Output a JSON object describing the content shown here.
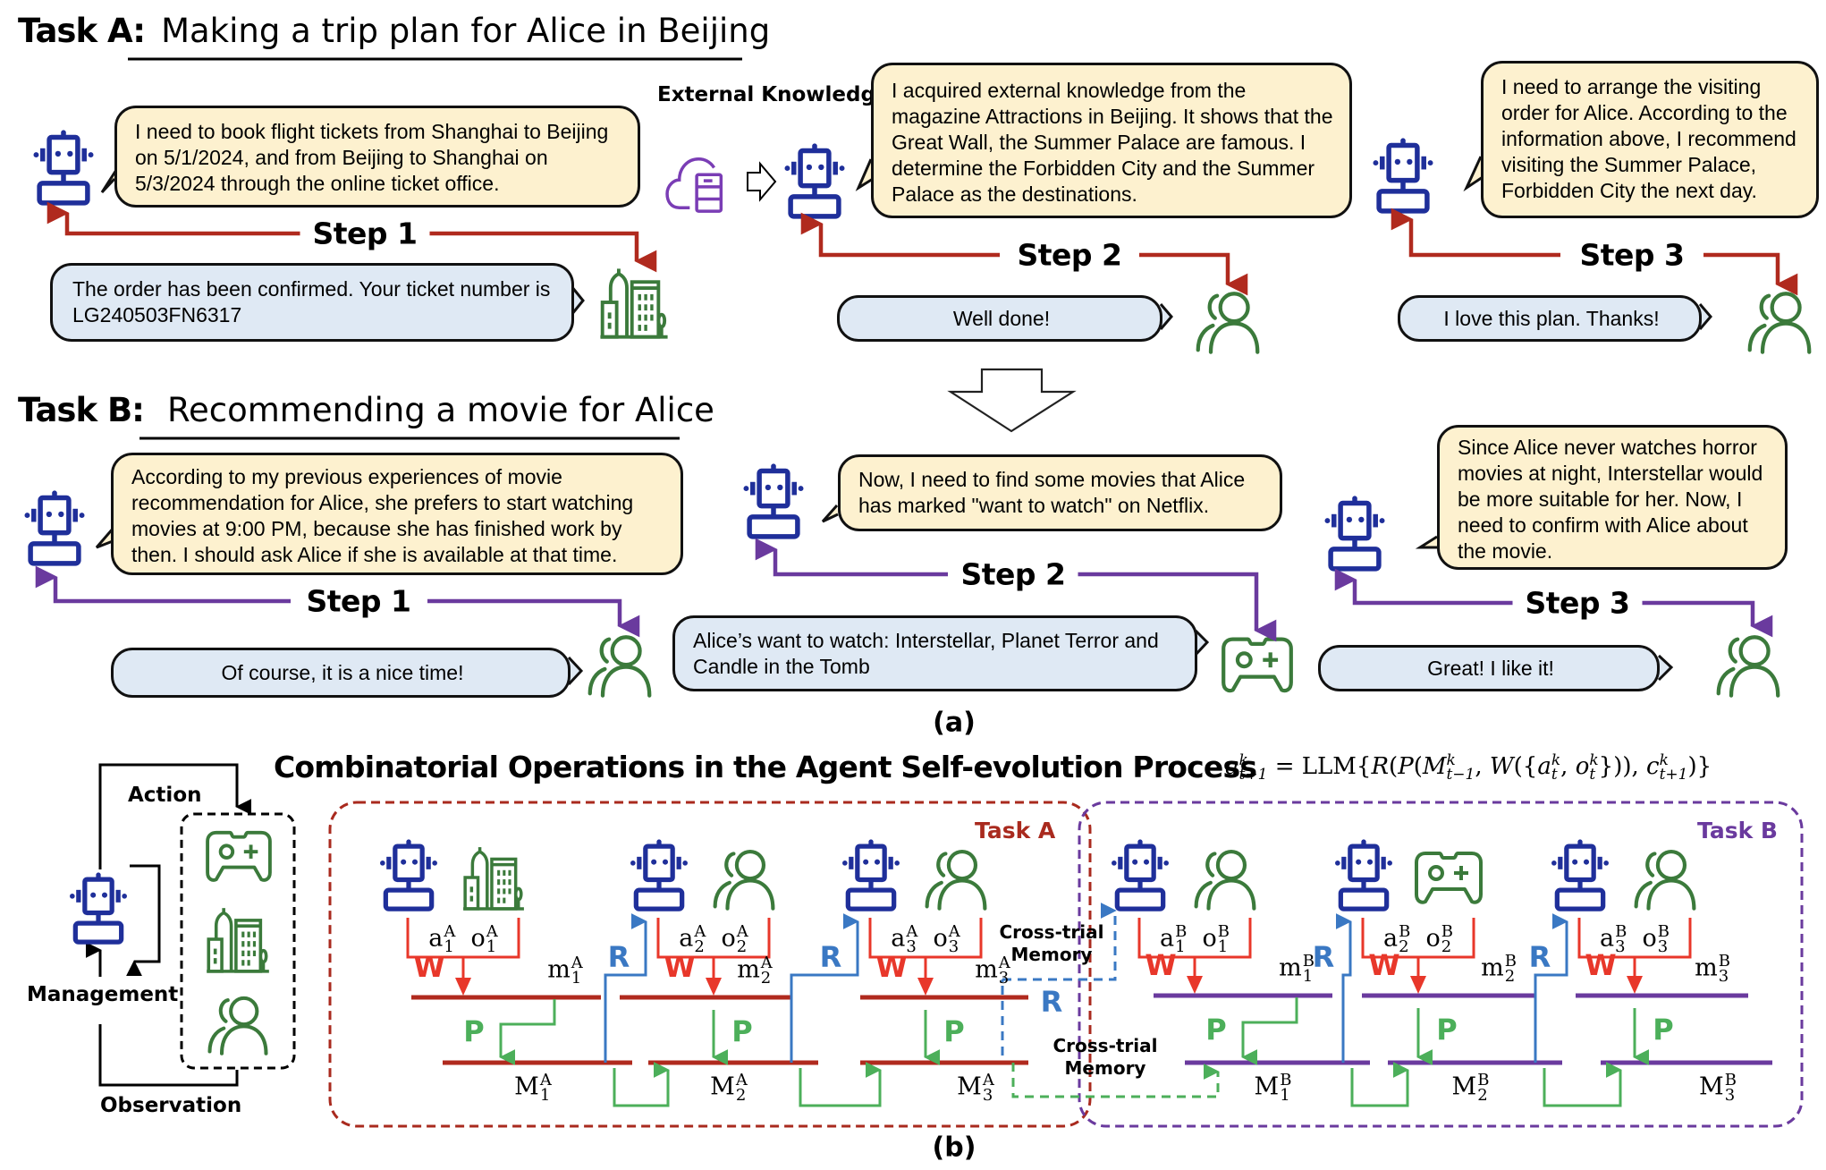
{
  "part_a": {
    "caption": "(a)",
    "task_a": {
      "label": "Task A:",
      "title": "Making a trip plan for Alice in Beijing",
      "steps": [
        {
          "label": "Step 1",
          "agent_message": "I need to book flight tickets from Shanghai to Beijing on 5/1/2024, and from Beijing to Shanghai on 5/3/2024 through the online ticket office.",
          "environment": "building-icon",
          "response": "The order has been confirmed. Your ticket number is LG240503FN6317"
        },
        {
          "label": "Step 2",
          "external_knowledge_label": "External Knowledge",
          "agent_message": "I acquired external knowledge from the magazine Attractions in Beijing. It shows that the Great Wall, the Summer Palace are famous. I determine the Forbidden City and the Summer Palace as the destinations.",
          "environment": "user-icon",
          "response": "Well done!"
        },
        {
          "label": "Step 3",
          "agent_message": "I need to arrange the visiting order for Alice. According to the information above, I recommend visiting the Summer Palace, Forbidden City the next day.",
          "environment": "user-icon",
          "response": "I love this plan. Thanks!"
        }
      ]
    },
    "task_b": {
      "label": "Task B:",
      "title": "Recommending a movie for Alice",
      "steps": [
        {
          "label": "Step 1",
          "agent_message": "According to my previous experiences of movie recommendation for Alice, she prefers to start watching movies at 9:00 PM, because she has finished work by then. I should ask Alice if she is available at that time.",
          "environment": "user-icon",
          "response": "Of course, it is a nice time!"
        },
        {
          "label": "Step 2",
          "agent_message": "Now, I need to find some movies that Alice has marked \"want to watch\" on Netflix.",
          "environment": "gamepad-icon",
          "response": "Alice’s want to watch: Interstellar, Planet Terror and Candle in the Tomb"
        },
        {
          "label": "Step 3",
          "agent_message": "Since Alice never watches horror movies at night, Interstellar would be more suitable for her. Now, I need to confirm with Alice about the movie.",
          "environment": "user-icon",
          "response": "Great! I like it!"
        }
      ]
    }
  },
  "part_b": {
    "caption": "(b)",
    "title": "Combinatorial Operations in the Agent Self-evolution Process",
    "formula": {
      "lhs": "a",
      "lhs_sub": "t+1",
      "lhs_sup": "k",
      "eq": "=",
      "llm": "LLM",
      "open": "{",
      "R": "R",
      "P": "P",
      "M": "M",
      "M_sub": "t−1",
      "M_sup": "k",
      "W": "W",
      "a": "a",
      "o": "o",
      "t": "t",
      "k": "k",
      "c": "c",
      "c_sub": "t+1"
    },
    "loop": {
      "action": "Action",
      "management": "Management",
      "observation": "Observation",
      "environments": [
        "gamepad-icon",
        "building-icon",
        "user-icon"
      ]
    },
    "ops": {
      "write": "W",
      "read": "R",
      "process": "P"
    },
    "cross_trial_memory": "Cross-trial Memory",
    "task_a_box": {
      "label": "Task A",
      "color": "#a92a1e",
      "steps": [
        {
          "env": "building-icon",
          "a": "a",
          "o": "o",
          "idx": "1",
          "task": "A",
          "m": "m",
          "M": "M"
        },
        {
          "env": "user-icon",
          "a": "a",
          "o": "o",
          "idx": "2",
          "task": "A",
          "m": "m",
          "M": "M"
        },
        {
          "env": "user-icon",
          "a": "a",
          "o": "o",
          "idx": "3",
          "task": "A",
          "m": "m",
          "M": "M"
        }
      ]
    },
    "task_b_box": {
      "label": "Task B",
      "color": "#6a3a9e",
      "steps": [
        {
          "env": "user-icon",
          "a": "a",
          "o": "o",
          "idx": "1",
          "task": "B",
          "m": "m",
          "M": "M"
        },
        {
          "env": "gamepad-icon",
          "a": "a",
          "o": "o",
          "idx": "2",
          "task": "B",
          "m": "m",
          "M": "M"
        },
        {
          "env": "user-icon",
          "a": "a",
          "o": "o",
          "idx": "3",
          "task": "B",
          "m": "m",
          "M": "M"
        }
      ]
    }
  },
  "colors": {
    "robot": "#1f2f9a",
    "env_green": "#3b7a3b",
    "task_a_red": "#b02a1e",
    "task_b_purple": "#6a3a9e",
    "write_red": "#e8372a",
    "read_blue": "#3a78c3",
    "process_green": "#4caf5a",
    "cloud_purple": "#7a3db5",
    "agent_bubble": "#fdf1cf",
    "env_bubble": "#dfe9f4"
  }
}
